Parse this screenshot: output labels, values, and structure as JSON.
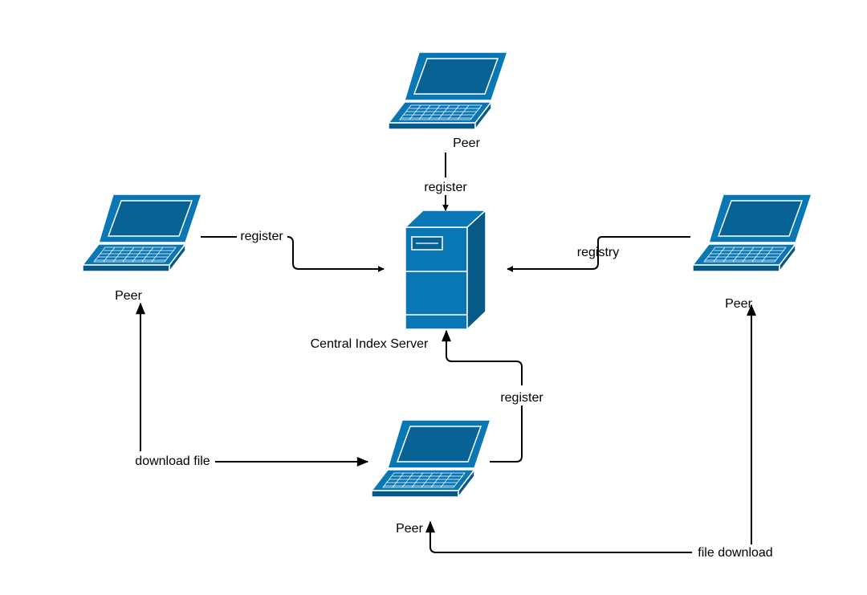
{
  "colors": {
    "device_fill": "#0a77b5",
    "device_dark": "#086394",
    "device_side": "#075a86",
    "device_outline": "#ffffff",
    "line": "#000000"
  },
  "nodes": {
    "server": {
      "label": "Central Index Server",
      "icon": "server-tower-icon"
    },
    "peer_top": {
      "label": "Peer",
      "icon": "laptop-icon"
    },
    "peer_left": {
      "label": "Peer",
      "icon": "laptop-icon"
    },
    "peer_right": {
      "label": "Peer",
      "icon": "laptop-icon"
    },
    "peer_bottom": {
      "label": "Peer",
      "icon": "laptop-icon"
    }
  },
  "edges": {
    "top_to_server": "register",
    "left_to_server": "register",
    "right_to_server": "registry",
    "bottom_to_server": "register",
    "left_to_bottom": "download file",
    "right_to_bottom": "file download"
  }
}
